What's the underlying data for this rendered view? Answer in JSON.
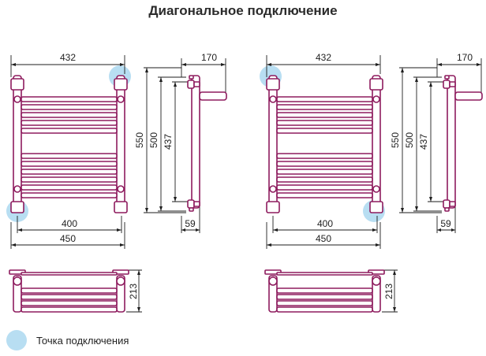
{
  "title": "Диагональное подключение",
  "colors": {
    "pipe": "#8e1c5e",
    "dim": "#1e1e1e",
    "highlight": "#b8def2"
  },
  "dimensions": {
    "width_top": "432",
    "depth_top": "170",
    "height_total": "550",
    "height_mid": "500",
    "height_inner": "437",
    "axis_distance": "400",
    "width_bottom": "450",
    "side_offset": "59",
    "top_depth": "213"
  },
  "legend": {
    "label": "Точка подключения"
  }
}
